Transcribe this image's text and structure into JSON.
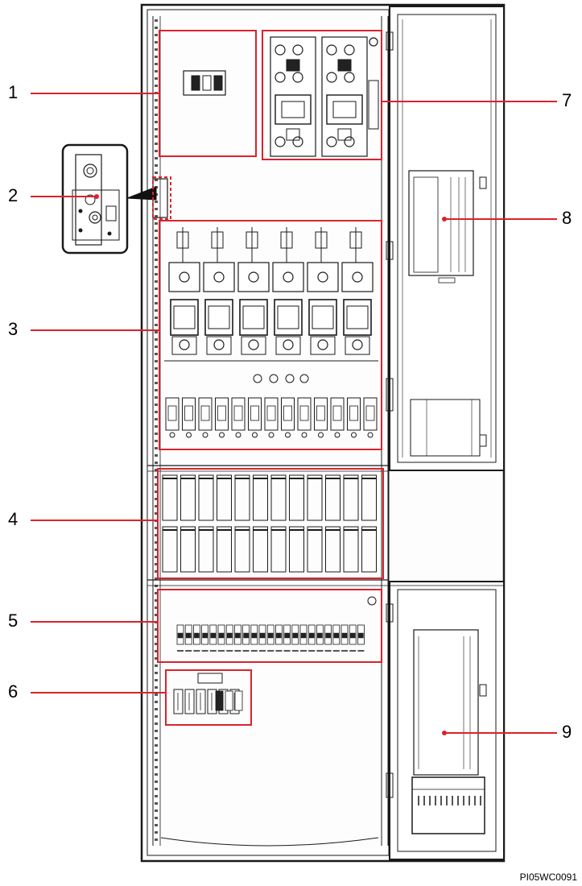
{
  "callouts": [
    {
      "label": "1"
    },
    {
      "label": "2"
    },
    {
      "label": "3"
    },
    {
      "label": "4"
    },
    {
      "label": "5"
    },
    {
      "label": "6"
    },
    {
      "label": "7"
    },
    {
      "label": "8"
    },
    {
      "label": "9"
    }
  ],
  "figure_code": "PI05WC0091",
  "colors": {
    "callout": "#d9232d",
    "line": "#1a1a1a",
    "frame": "#111111"
  }
}
